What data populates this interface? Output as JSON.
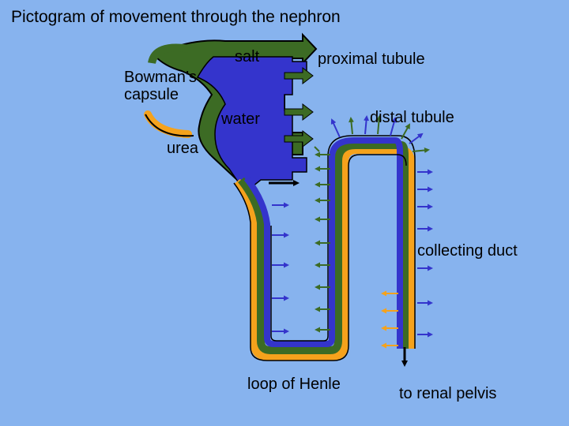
{
  "title": "Pictogram of movement through the nephron",
  "labels": {
    "bowmans_capsule": "Bowman’s\ncapsule",
    "salt": "salt",
    "proximal_tubule": "proximal tubule",
    "water": "water",
    "distal_tubule": "distal tubule",
    "urea": "urea",
    "collecting_duct": "collecting duct",
    "loop_of_henle": "loop of Henle",
    "to_renal_pelvis": "to renal pelvis"
  },
  "colors": {
    "background": "#87b3ee",
    "salt_green": "#3c6b24",
    "water_blue": "#3434cc",
    "urea_orange": "#f5a21c",
    "outline": "#000000"
  }
}
